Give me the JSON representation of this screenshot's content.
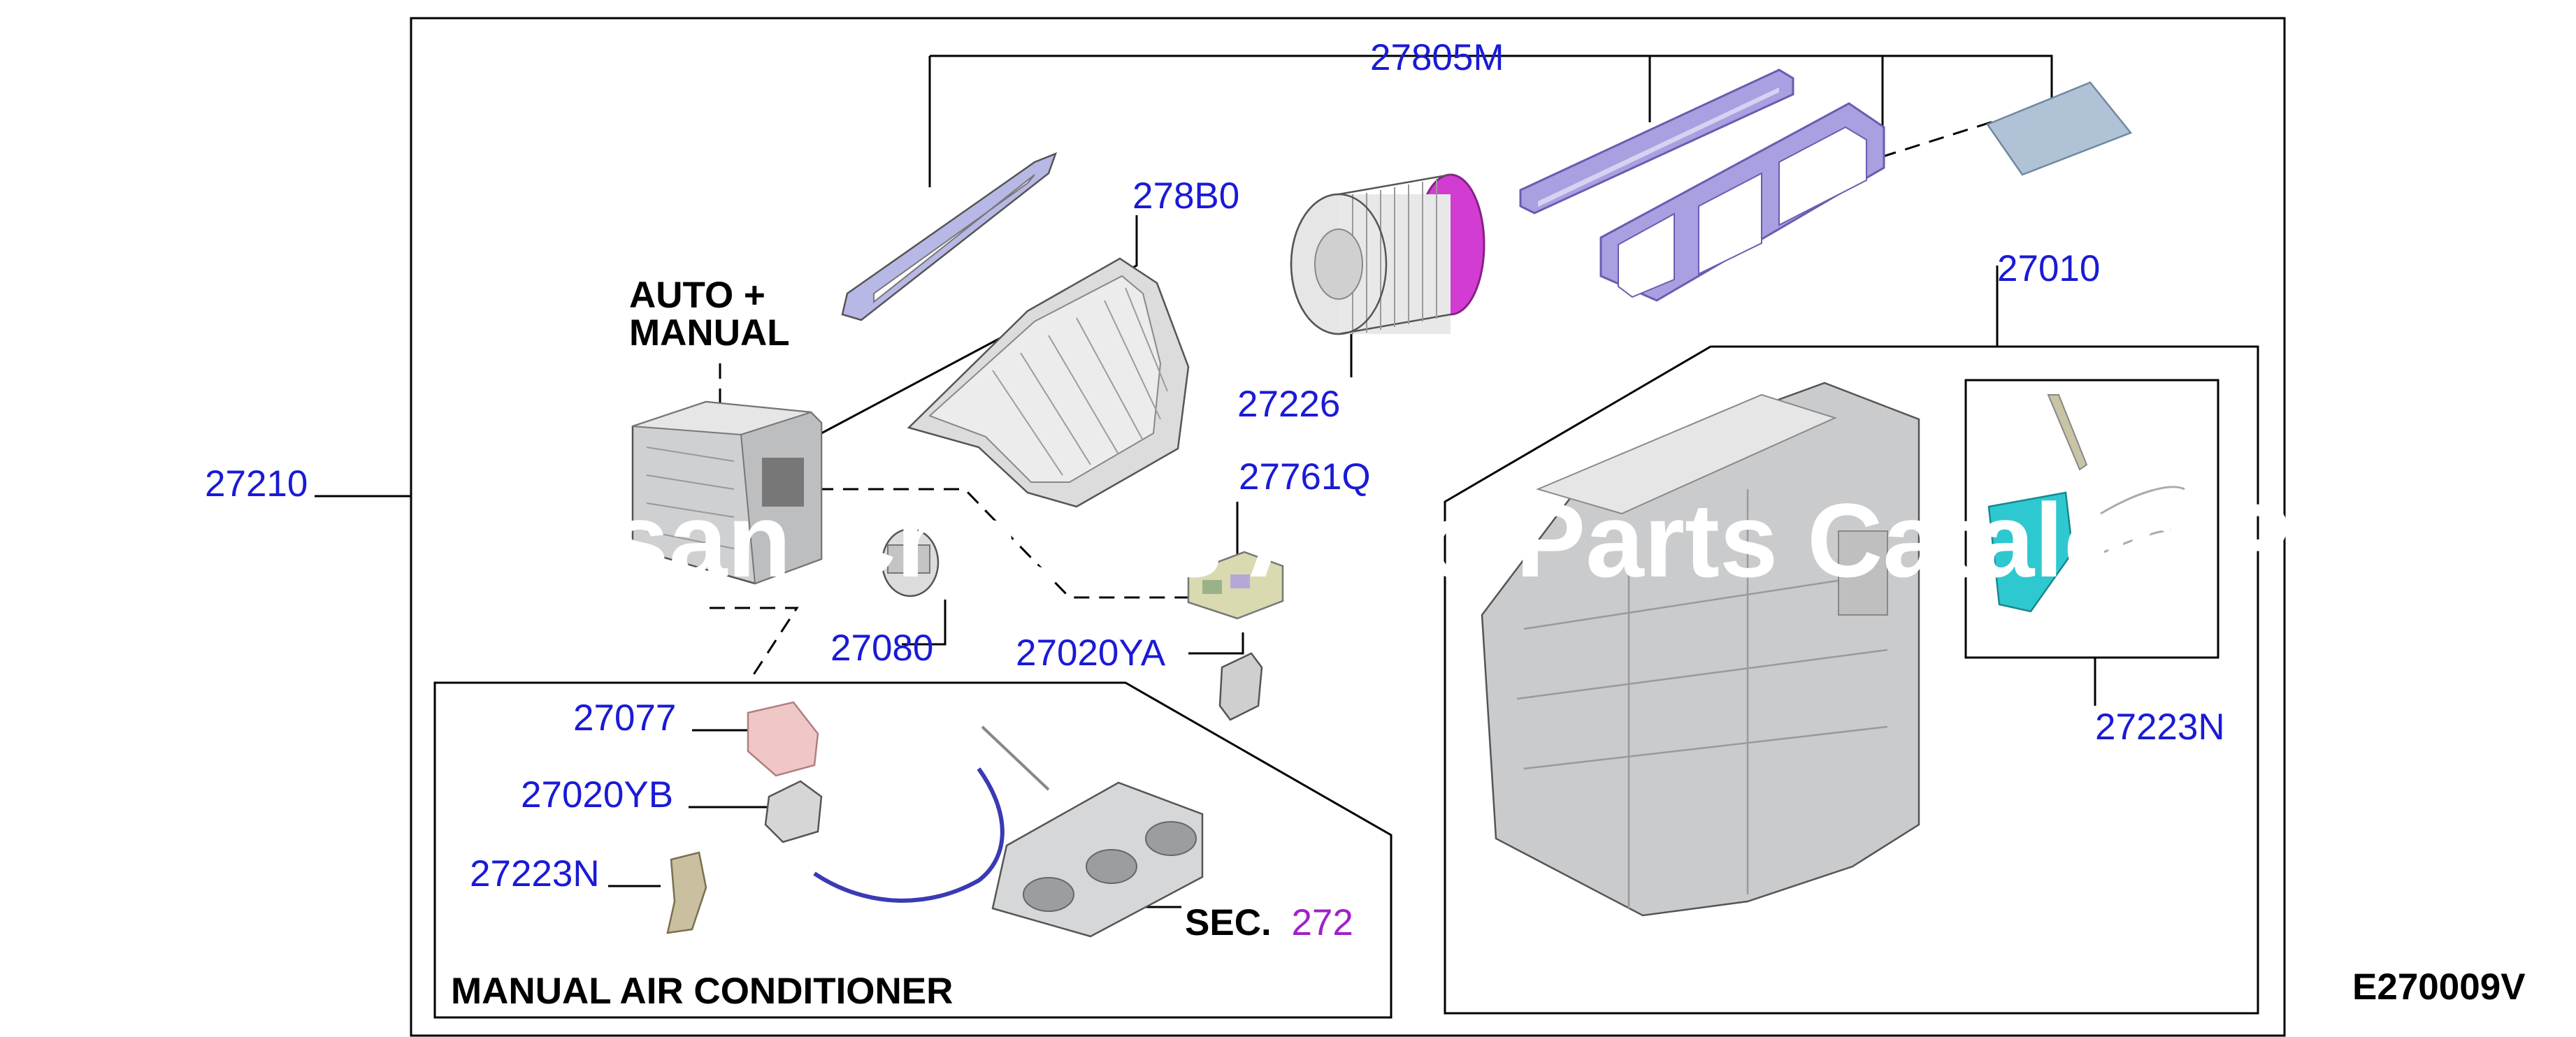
{
  "labels": {
    "p27805M": "27805M",
    "p278B0": "278B0",
    "p27226": "27226",
    "p27010": "27010",
    "p27210": "27210",
    "p27761Q": "27761Q",
    "p27080": "27080",
    "p27020YA": "27020YA",
    "p27077": "27077",
    "p27020YB": "27020YB",
    "p27223N_left": "27223N",
    "p27223N_right": "27223N",
    "sec_prefix": "SEC.",
    "sec_number": "272"
  },
  "notes": {
    "auto_line1": "AUTO +",
    "auto_line2": "MANUAL",
    "manual_ac": "MANUAL AIR CONDITIONER"
  },
  "figure_code": "E270009V",
  "watermark": "Nissan Chassis Auto Parts Catalog PARTSOUQ",
  "colors": {
    "label_blue": "#1a1ad6",
    "section_purple": "#a020c8",
    "filter_lavender": "#a8a0e0",
    "blower_magenta": "#d23cd2",
    "heater_cyan": "#2ec8d0",
    "housing_gray": "#c9cbcd"
  }
}
